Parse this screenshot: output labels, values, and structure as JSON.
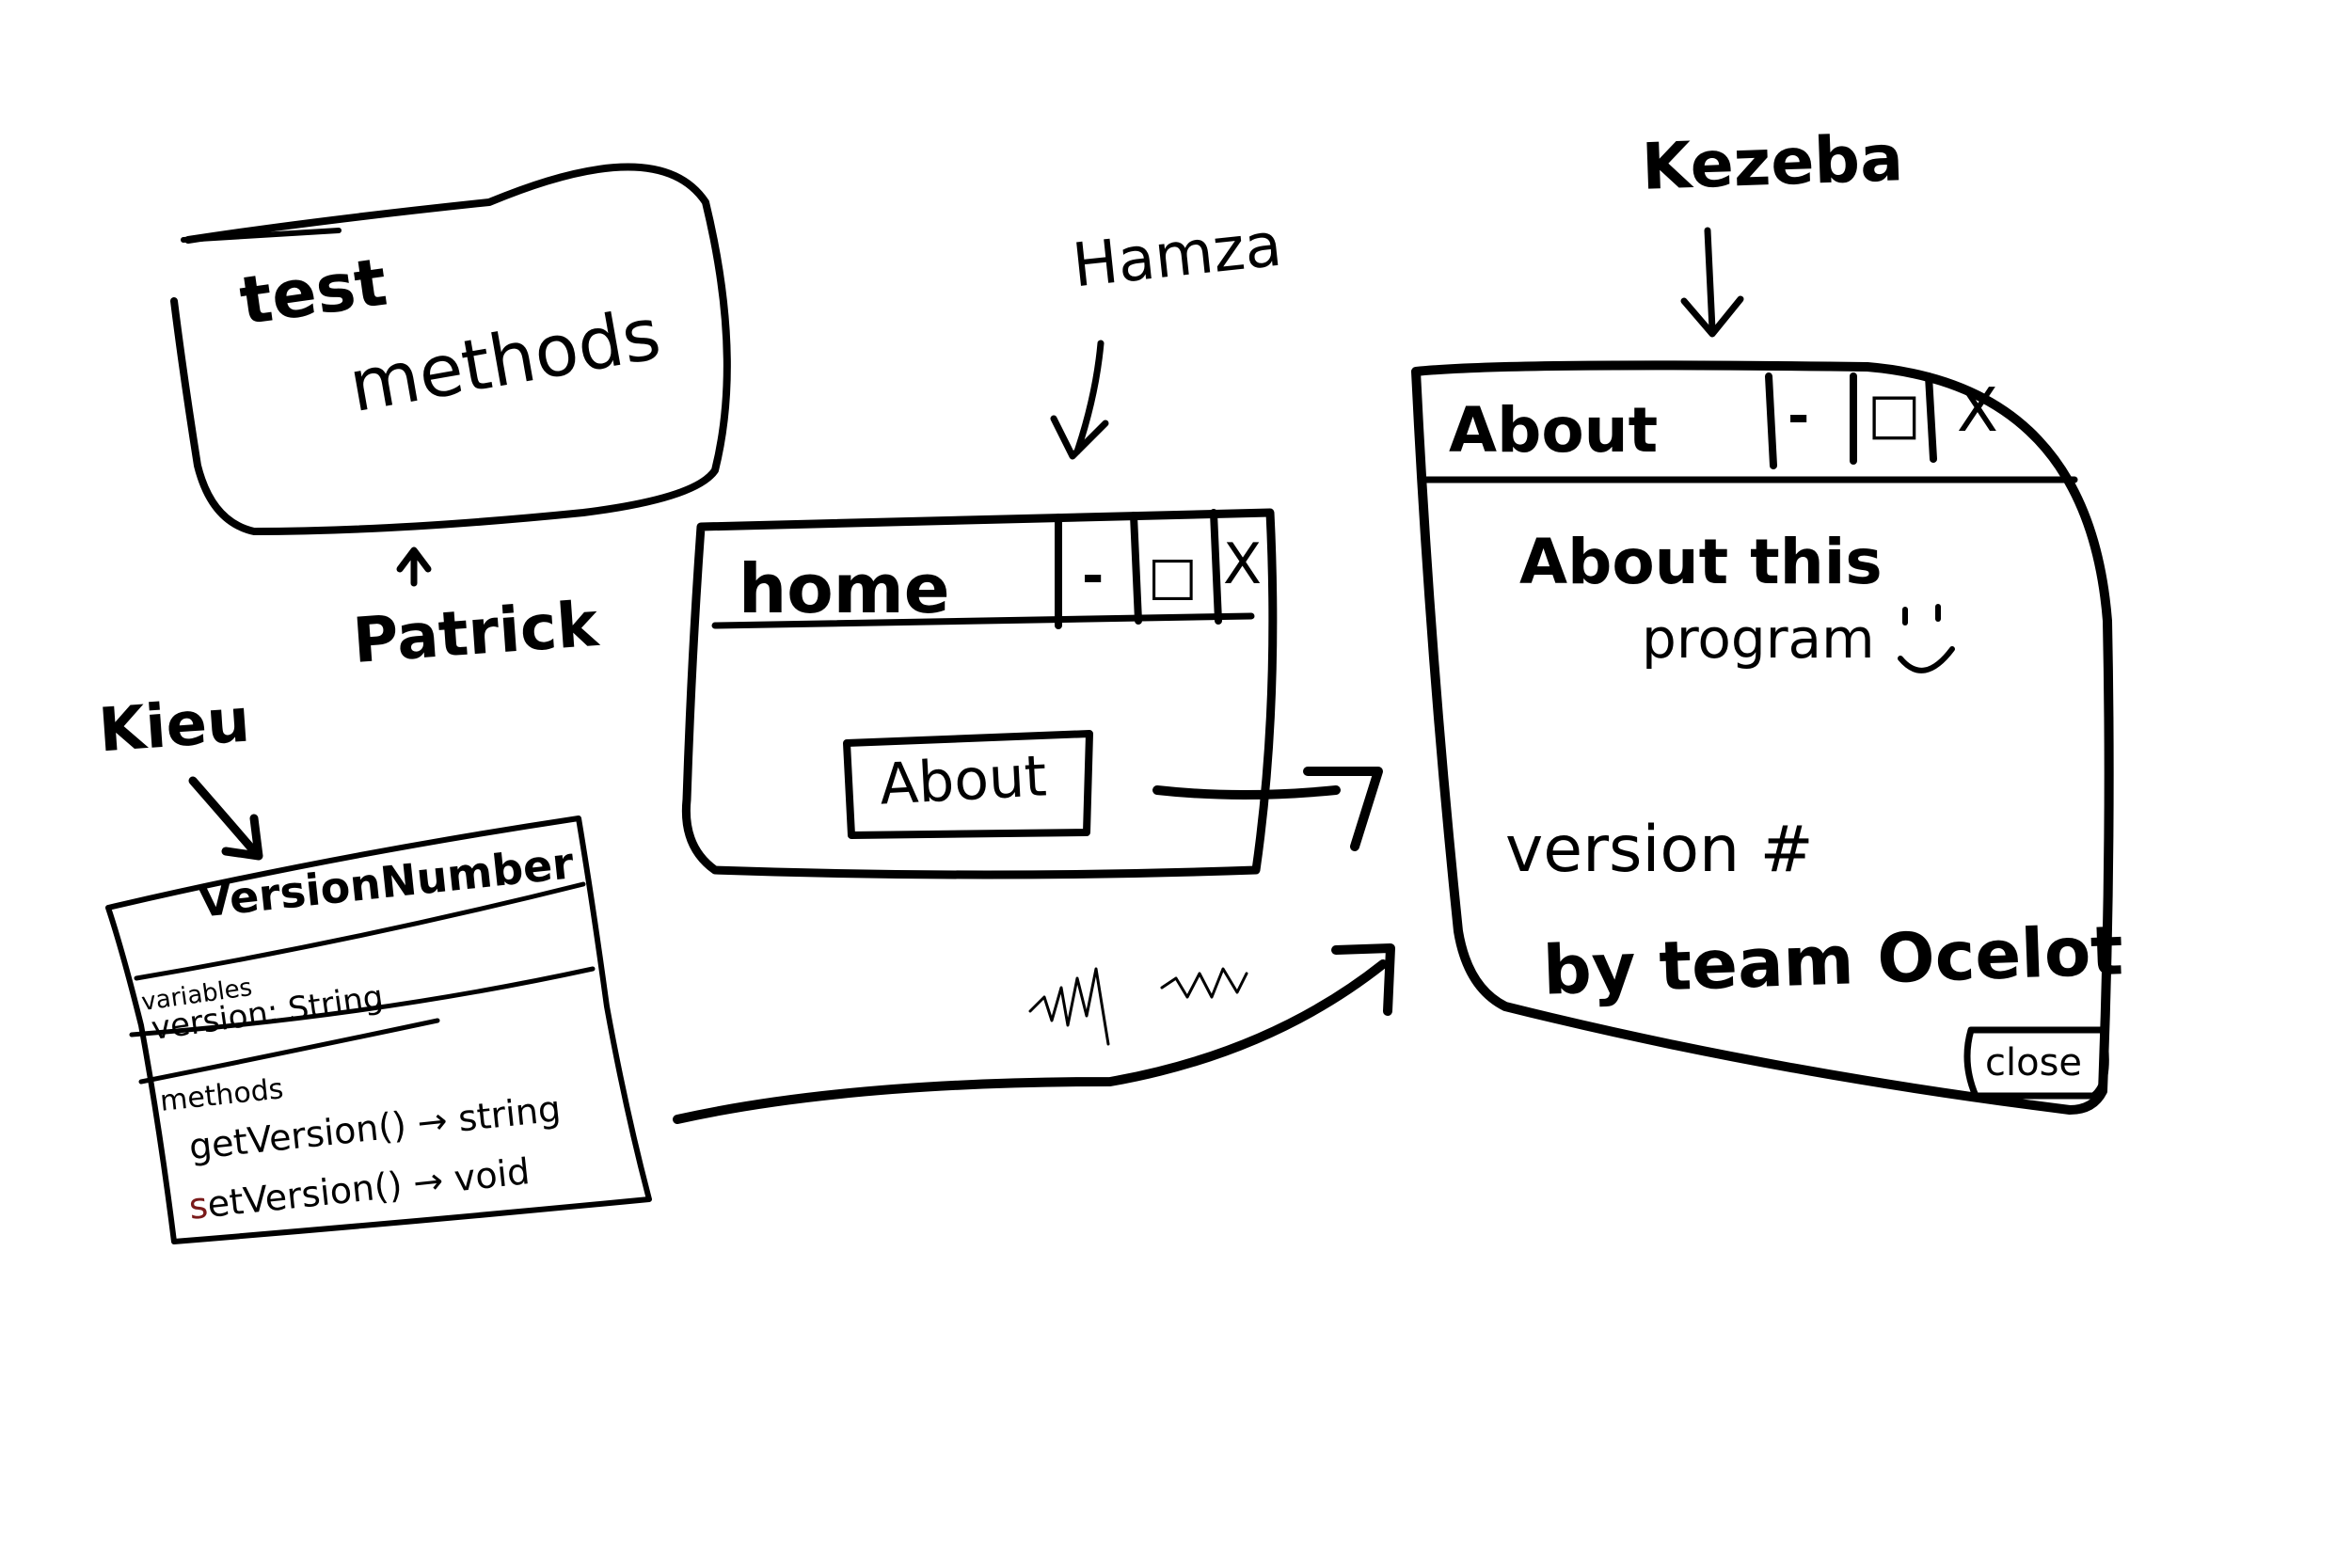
{
  "colors": {
    "ink": "#000000",
    "paper": "#ffffff",
    "accent_letter": "#7a1a1a"
  },
  "labels": {
    "patrick": "Patrick",
    "kieu": "Kieu",
    "hamza": "Hamza",
    "kezeba": "Kezeba"
  },
  "test_box": {
    "line1": "test",
    "line2": "methods"
  },
  "uml": {
    "class_name": "VersionNumber",
    "variables_header": "variables",
    "variable": "version: String",
    "methods_header": "methods",
    "method1": "getVersion() → string",
    "method2_first_letter": "s",
    "method2_rest": "etVersion() → void"
  },
  "home_window": {
    "title": "home",
    "minimize": "-",
    "maximize": "□",
    "close": "X",
    "about_button": "About"
  },
  "about_window": {
    "title": "About",
    "minimize": "-",
    "maximize": "□",
    "close": "X",
    "heading_line1": "About this",
    "heading_line2": "program",
    "smiley": ":)",
    "version": "version #",
    "credit": "by team Ocelot",
    "close_button": "close"
  }
}
